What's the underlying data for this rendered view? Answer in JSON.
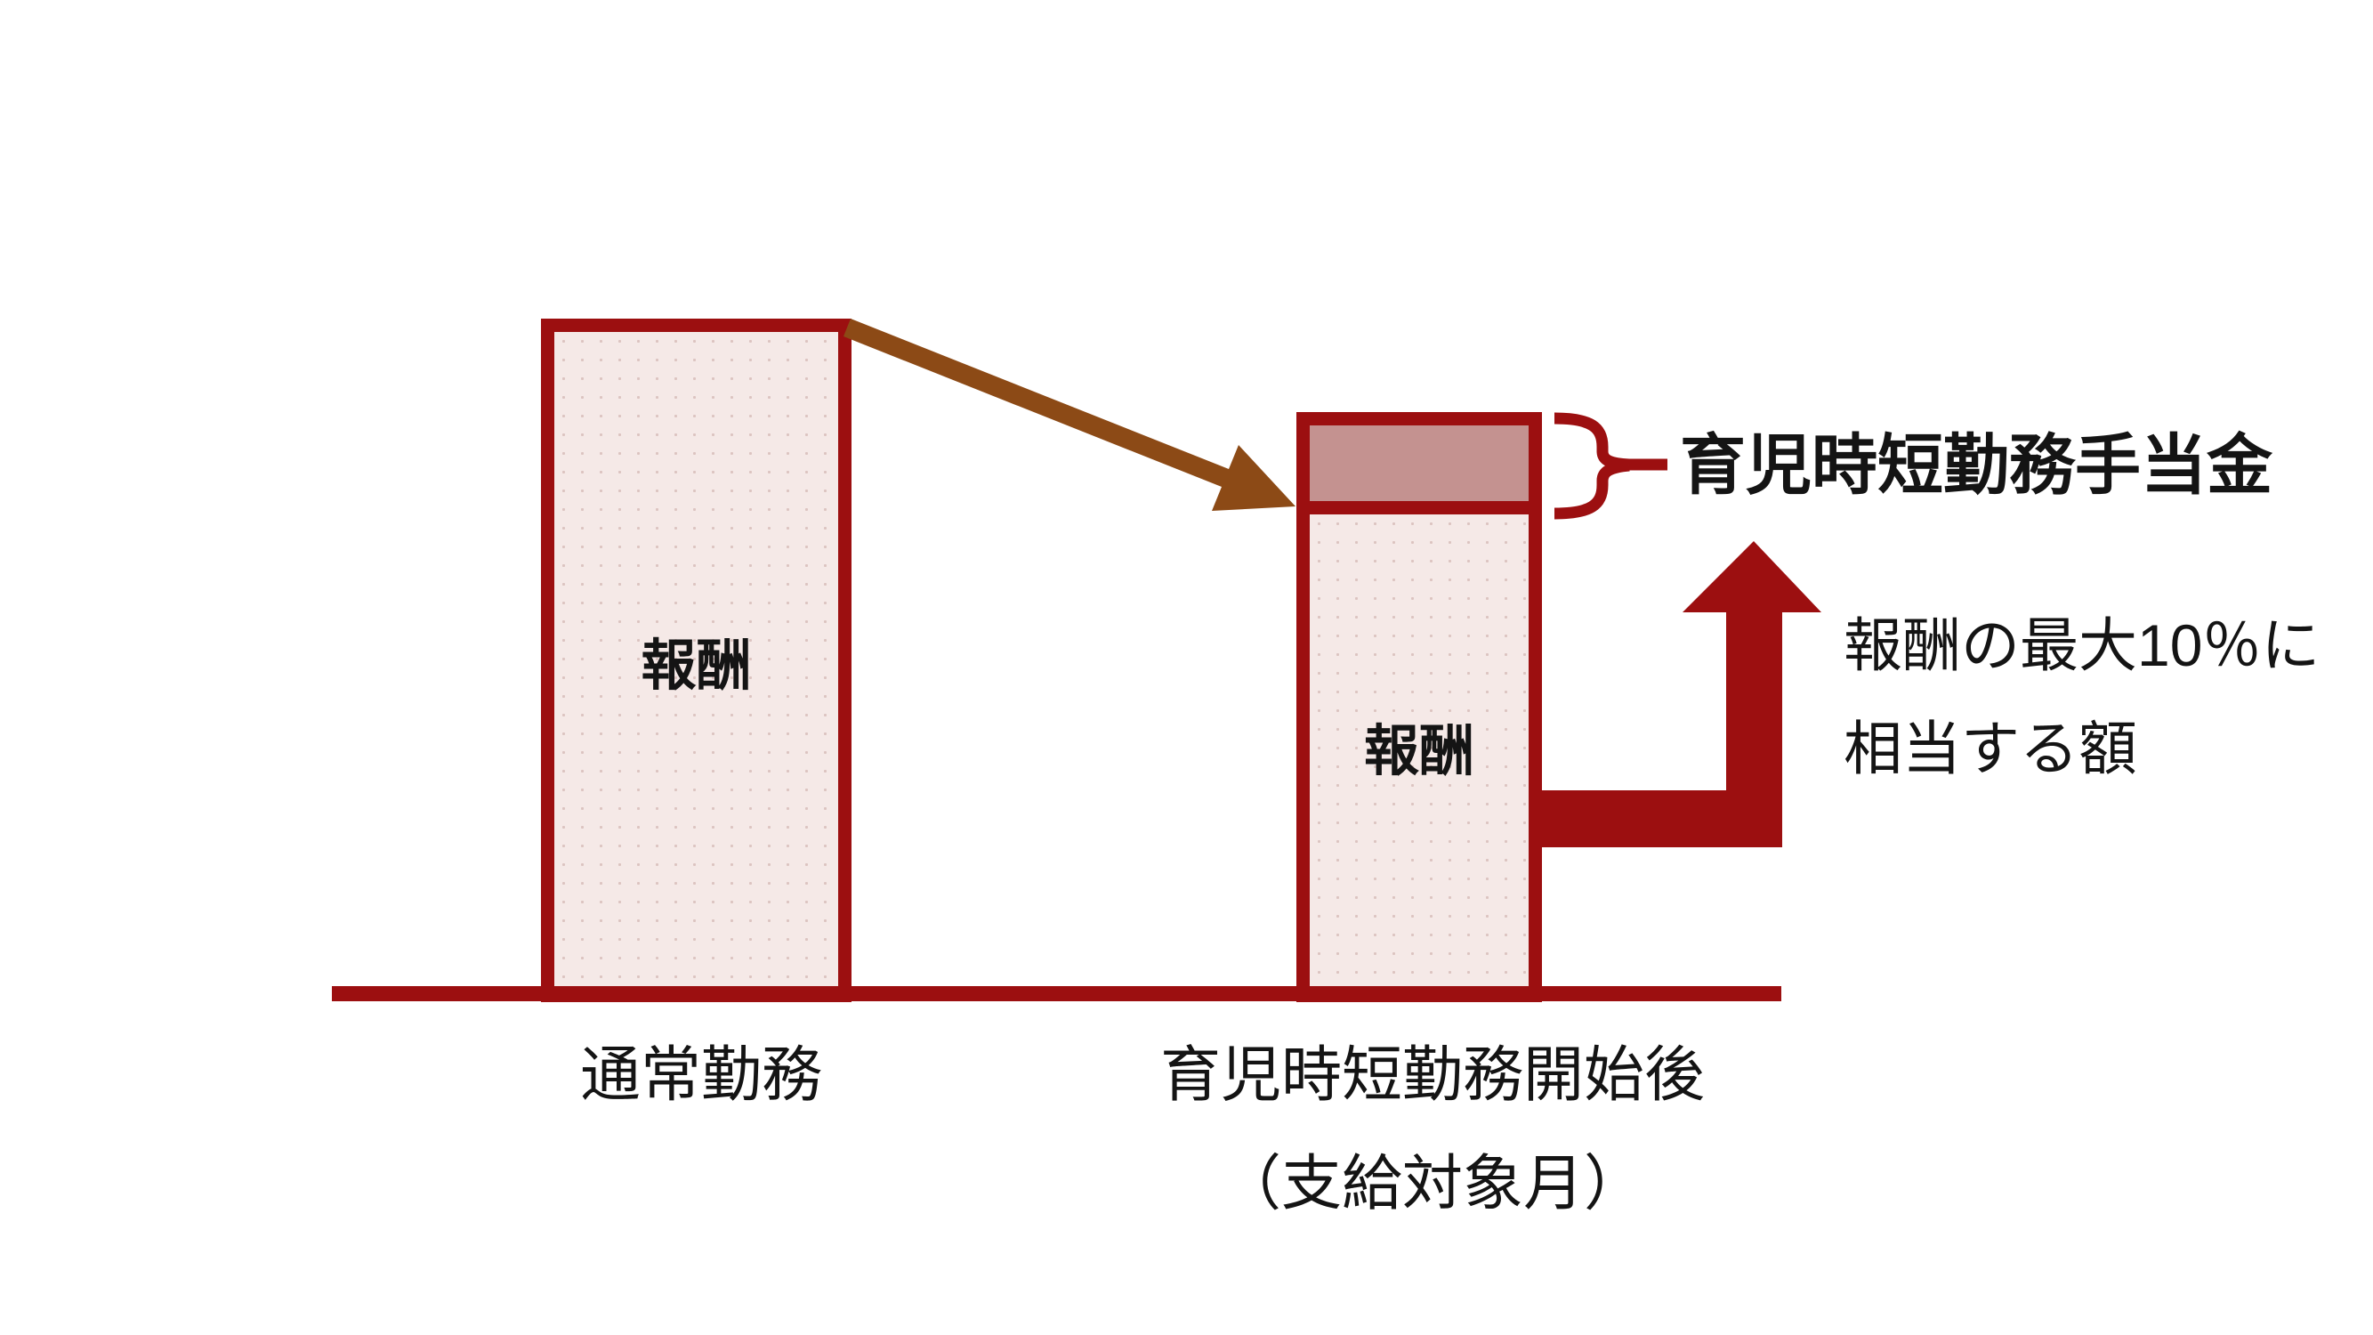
{
  "colors": {
    "dark_red": "#9c0f10",
    "bar_fill": "#f5e9e7",
    "allowance_fill": "#c49290",
    "arrow_brown": "#8c4a16",
    "text_black": "#141414"
  },
  "bars": {
    "normal": {
      "value_label": "報酬",
      "axis_label": "通常勤務"
    },
    "short": {
      "value_label": "報酬",
      "axis_label_line1": "育児時短勤務開始後",
      "axis_label_line2": "（支給対象月）"
    }
  },
  "annotations": {
    "allowance_label": "育児時短勤務手当金",
    "amount_note_line1": "報酬の最大10％に",
    "amount_note_line2": "相当する額"
  }
}
